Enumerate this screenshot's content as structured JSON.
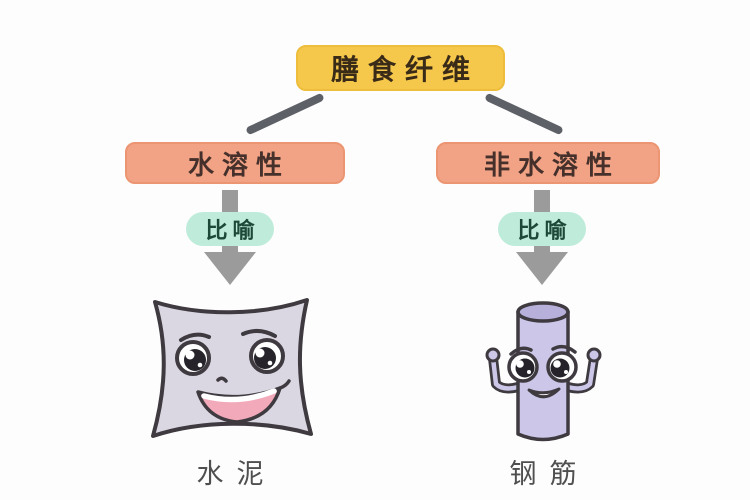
{
  "root": {
    "label": "膳食纤维"
  },
  "branches": [
    {
      "label": "水溶性",
      "badge": "比喻",
      "caption": "水泥",
      "illustration": "cement-bag-character"
    },
    {
      "label": "非水溶性",
      "badge": "比喻",
      "caption": "钢筋",
      "illustration": "steel-rebar-character"
    }
  ],
  "colors": {
    "background": "#fdfdfd",
    "root_box_bg": "#f5c84b",
    "root_text": "#3a2a18",
    "branch_box_bg": "#f2a385",
    "branch_text": "#45302b",
    "badge_bg": "#bfecda",
    "badge_text": "#1d4a38",
    "connector_line": "#5d6066",
    "arrow": "#9b9b9b",
    "caption_text": "#4f4f4f",
    "outline": "#3e3a40",
    "bag_fill": "#dad7e3",
    "tongue_pink": "#f2a9ba",
    "cylinder_fill": "#ccc7e8",
    "cylinder_top_fill": "#b7b0db"
  }
}
